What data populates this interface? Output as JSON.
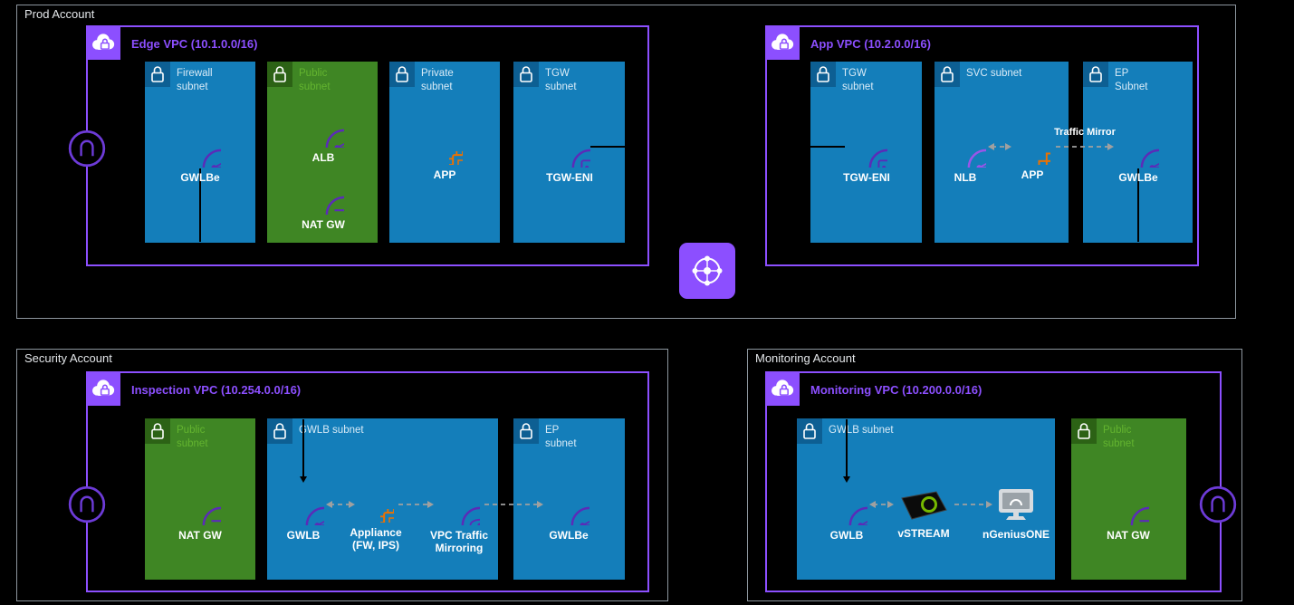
{
  "accounts": {
    "prod": {
      "label": "Prod Account"
    },
    "security": {
      "label": "Security Account"
    },
    "monitoring": {
      "label": "Monitoring Account"
    }
  },
  "vpcs": {
    "edge": {
      "title": "Edge VPC (10.1.0.0/16)"
    },
    "app": {
      "title": "App VPC (10.2.0.0/16)"
    },
    "inspection": {
      "title": "Inspection VPC (10.254.0.0/16)"
    },
    "monitoring": {
      "title": "Monitoring VPC (10.200.0.0/16)"
    }
  },
  "subnets": {
    "edge_firewall": {
      "label": "Firewall subnet",
      "type": "blue"
    },
    "edge_public": {
      "label": "Public subnet",
      "type": "green"
    },
    "edge_private": {
      "label": "Private subnet",
      "type": "blue"
    },
    "edge_tgw": {
      "label": "TGW subnet",
      "type": "blue"
    },
    "app_tgw": {
      "label": "TGW subnet",
      "type": "blue"
    },
    "app_svc": {
      "label": "SVC subnet",
      "type": "blue"
    },
    "app_ep": {
      "label": "EP Subnet",
      "type": "blue"
    },
    "insp_public": {
      "label": "Public subnet",
      "type": "green"
    },
    "insp_gwlb": {
      "label": "GWLB subnet",
      "type": "blue"
    },
    "insp_ep": {
      "label": "EP subnet",
      "type": "blue"
    },
    "mon_gwlb": {
      "label": "GWLB subnet",
      "type": "blue"
    },
    "mon_public": {
      "label": "Public subnet",
      "type": "green"
    }
  },
  "nodes": {
    "edge_gwlbe": {
      "label": "GWLBe"
    },
    "edge_alb": {
      "label": "ALB"
    },
    "edge_natgw": {
      "label": "NAT GW"
    },
    "edge_app": {
      "label": "APP"
    },
    "edge_tgweni": {
      "label": "TGW-ENI"
    },
    "app_tgweni": {
      "label": "TGW-ENI"
    },
    "app_nlb": {
      "label": "NLB"
    },
    "app_app": {
      "label": "APP"
    },
    "app_gwlbe": {
      "label": "GWLBe"
    },
    "insp_natgw": {
      "label": "NAT GW"
    },
    "insp_gwlb": {
      "label": "GWLB"
    },
    "insp_appliance": {
      "label": "Appliance (FW, IPS)"
    },
    "insp_mirror": {
      "label": "VPC Traffic Mirroring"
    },
    "insp_gwlbe": {
      "label": "GWLBe"
    },
    "mon_gwlb": {
      "label": "GWLB"
    },
    "mon_vstream": {
      "label": "vSTREAM"
    },
    "mon_ngenius": {
      "label": "nGeniusONE"
    },
    "mon_natgw": {
      "label": "NAT GW"
    }
  },
  "annotations": {
    "traffic_mirror": "Traffic Mirror"
  },
  "icons": {
    "vpc": "cloud-lock-icon",
    "subnet": "lock-icon",
    "transit_gateway": "transit-gateway-icon",
    "internet_gateway": "internet-gateway-icon",
    "load_balancer": "load-balancer-icon",
    "app": "chip-icon",
    "vstream": "vstream-appliance-icon",
    "ngeniusone": "monitor-icon"
  },
  "colors": {
    "background": "#000000",
    "account_border": "#8d969e",
    "vpc_border": "#8C4FFF",
    "subnet_blue": "#147EBA",
    "subnet_blue_header": "#0d5f93",
    "subnet_green": "#3F8624",
    "subnet_green_header": "#2c6215",
    "icon_purple": "#5b2bb8",
    "nlb_purple": "#9a55e8",
    "orange": "#ED7100",
    "solid_line": "#000000",
    "dashed_line": "#a0a0a0",
    "label_white": "#ffffff"
  }
}
